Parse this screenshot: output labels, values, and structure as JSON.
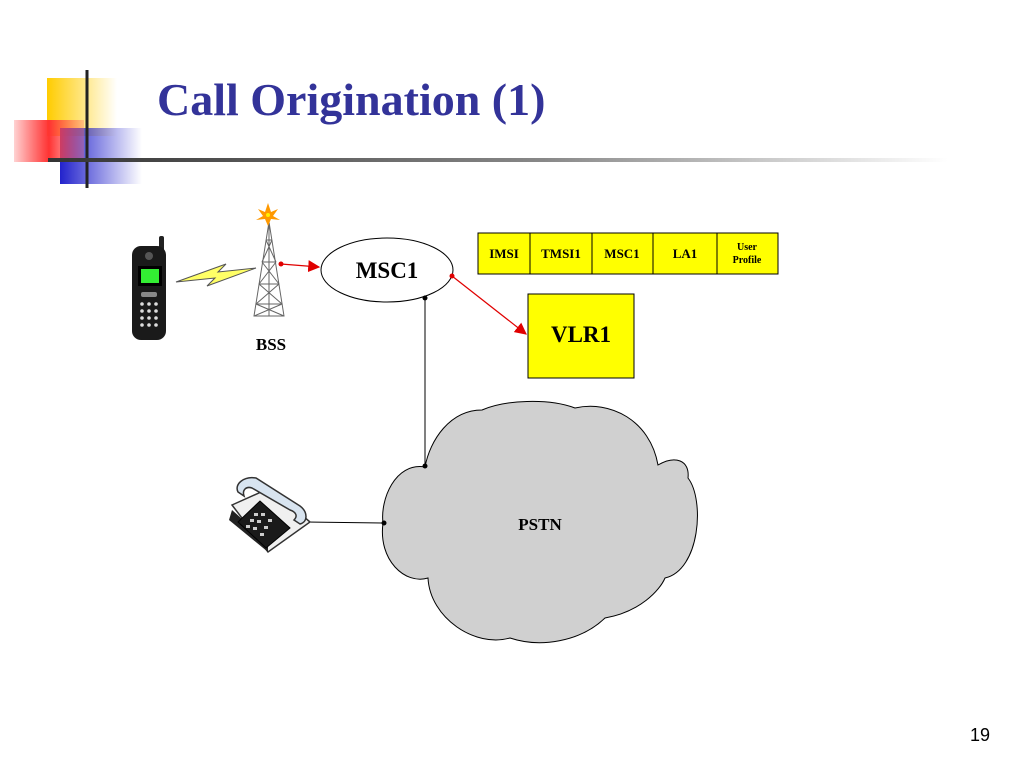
{
  "slide": {
    "title": "Call Origination (1)",
    "page_number": "19"
  },
  "diagram": {
    "nodes": {
      "bss": "BSS",
      "msc": "MSC1",
      "vlr": "VLR1",
      "pstn": "PSTN"
    },
    "vlr_record": {
      "fields": [
        "IMSI",
        "TMSI1",
        "MSC1",
        "LA1"
      ],
      "profile_line1": "User",
      "profile_line2": "Profile"
    },
    "colors": {
      "title": "#333399",
      "signal_arrow": "#e00000",
      "record_fill": "#ffff00",
      "cloud_fill": "#d0d0d0",
      "deco_yellow": "#ffcc00",
      "deco_red": "#ff3333",
      "deco_blue": "#3333cc"
    }
  }
}
